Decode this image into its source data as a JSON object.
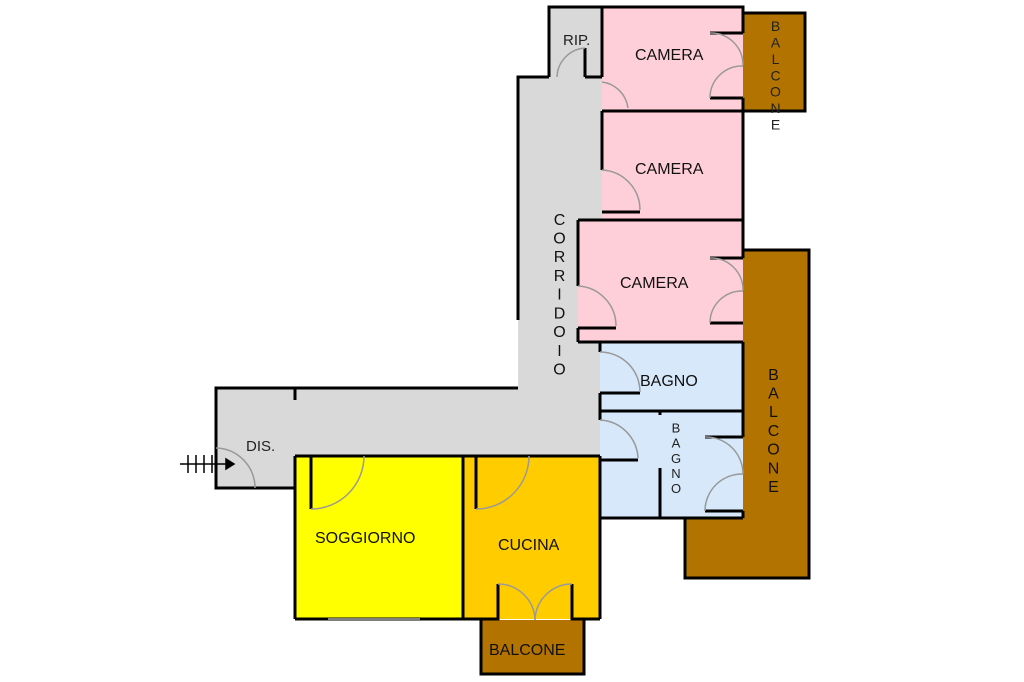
{
  "colors": {
    "camera": "#ffcfd9",
    "bagno": "#d6e8fa",
    "corridoio": "#d9d9d9",
    "soggiorno": "#ffff00",
    "cucina": "#ffcc00",
    "balcone": "#b37300",
    "wall": "#000000"
  },
  "rooms": {
    "rip": "RIP.",
    "camera1": "CAMERA",
    "camera2": "CAMERA",
    "camera3": "CAMERA",
    "balcone_top": "BALCONE",
    "corridoio": "CORRIDOIO",
    "bagno1": "BAGNO",
    "bagno2": "BAGNO",
    "balcone_right": "BALCONE",
    "dis": "DIS.",
    "soggiorno": "SOGGIORNO",
    "cucina": "CUCINA",
    "balcone_bottom": "BALCONE"
  },
  "icons": {
    "entrance": "entrance-arrow-icon"
  }
}
